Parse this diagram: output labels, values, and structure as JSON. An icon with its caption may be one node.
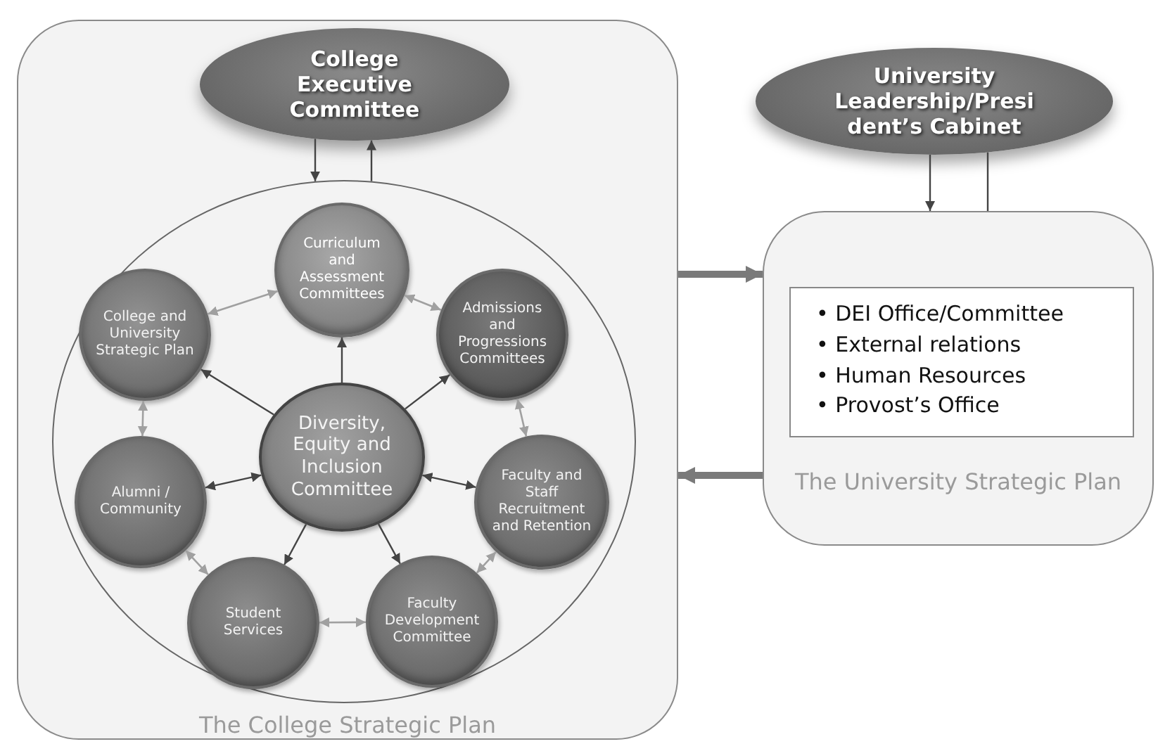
{
  "diagram": {
    "nodes": [
      {
        "text": [
          "The College Strategic Plan"
        ]
      },
      {
        "text": [
          "College Executive Committee"
        ],
        "in": 0
      },
      {
        "text": [],
        "shape": "circle",
        "in": 0
      },
      {
        "text": [
          "Curriculum and Assessment Committees"
        ],
        "in": 2
      },
      {
        "text": [
          "College and University Strategic Plan"
        ],
        "in": 2
      },
      {
        "text": [
          "Admissions and Progressions Committees"
        ],
        "in": 2
      },
      {
        "text": [
          "Diversity, Equity and Inclusion Committee"
        ],
        "in": 2
      },
      {
        "text": [
          "Alumni / Community"
        ],
        "in": 2
      },
      {
        "text": [
          "Faculty and Staff Recruitment and Retention"
        ],
        "in": 2
      },
      {
        "text": [
          "Student Services"
        ],
        "in": 2
      },
      {
        "text": [
          "Faculty Development Committee"
        ],
        "in": 2
      },
      {
        "text": [
          "University Leadership/Presi dent’s Cabinet"
        ]
      },
      {
        "text": [
          "The University Strategic Plan"
        ]
      },
      {
        "text": [
          "• DEI Office/Committee",
          "• External relations",
          "• Human Resources",
          "• Provost’s Office"
        ],
        "in": 12
      }
    ],
    "edges": [
      {
        "from": 1,
        "to": 2,
        "arrow": "to"
      },
      {
        "from": 2,
        "to": 1,
        "arrow": "to"
      },
      {
        "from": 11,
        "to": 12,
        "arrow": "to"
      },
      {
        "from": 11,
        "to": 12,
        "arrow": "none"
      },
      {
        "from": 0,
        "to": 12,
        "arrow": "to",
        "style": "thick",
        "color": "#7a7a7a"
      },
      {
        "from": 12,
        "to": 0,
        "arrow": "to",
        "style": "thick",
        "color": "#7a7a7a"
      },
      {
        "from": 6,
        "to": 3,
        "arrow": "to"
      },
      {
        "from": 6,
        "to": 4,
        "arrow": "to"
      },
      {
        "from": 6,
        "to": 5,
        "arrow": "to"
      },
      {
        "from": 6,
        "to": 7,
        "arrow": "both"
      },
      {
        "from": 6,
        "to": 8,
        "arrow": "both"
      },
      {
        "from": 6,
        "to": 9,
        "arrow": "to"
      },
      {
        "from": 6,
        "to": 10,
        "arrow": "to"
      },
      {
        "from": 4,
        "to": 3,
        "arrow": "both",
        "color": "#a0a0a0"
      },
      {
        "from": 3,
        "to": 5,
        "arrow": "both",
        "color": "#a0a0a0"
      },
      {
        "from": 4,
        "to": 7,
        "arrow": "both",
        "color": "#a0a0a0"
      },
      {
        "from": 5,
        "to": 8,
        "arrow": "both",
        "color": "#a0a0a0"
      },
      {
        "from": 7,
        "to": 9,
        "arrow": "both",
        "color": "#a0a0a0"
      },
      {
        "from": 9,
        "to": 10,
        "arrow": "both",
        "color": "#a0a0a0"
      },
      {
        "from": 10,
        "to": 8,
        "arrow": "both",
        "color": "#a0a0a0"
      }
    ]
  }
}
